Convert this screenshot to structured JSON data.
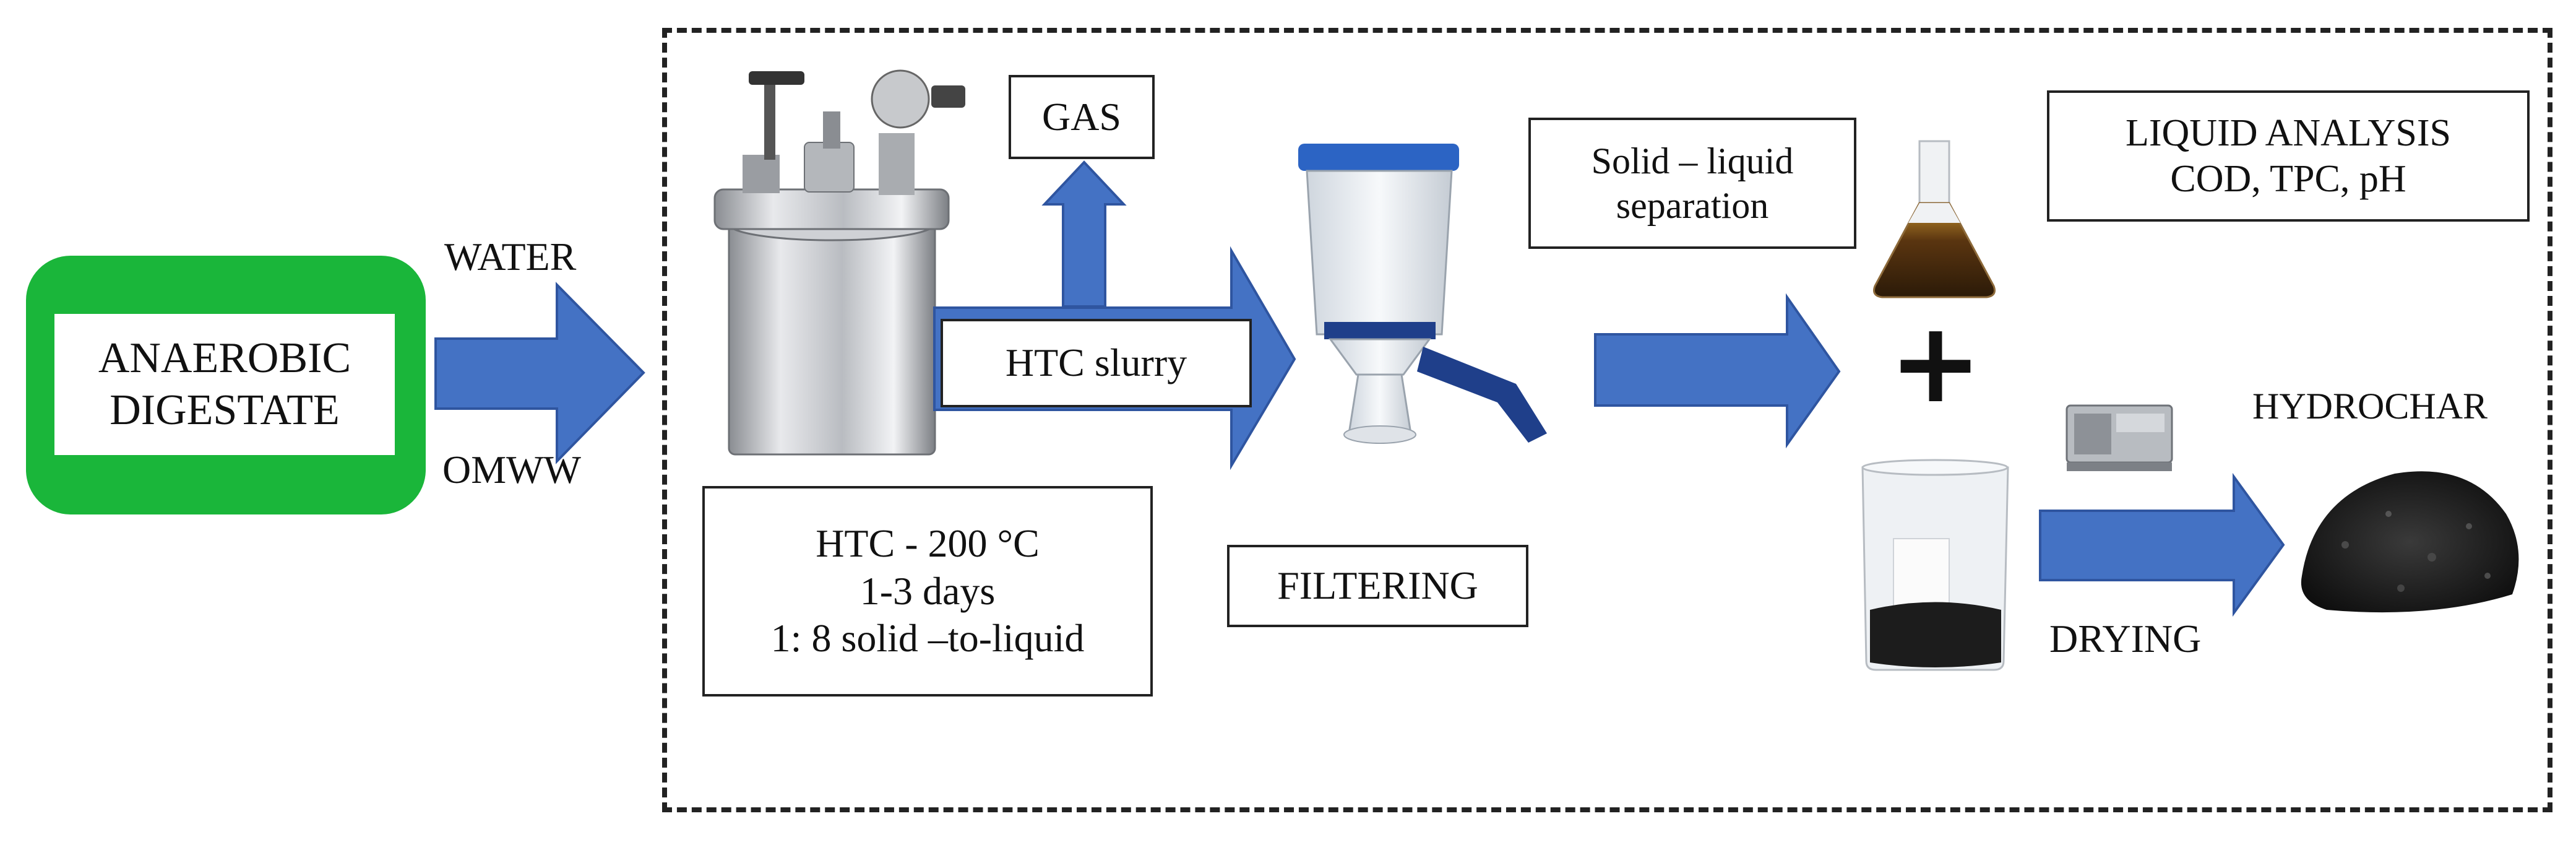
{
  "colors": {
    "arrow_fill": "#4472c4",
    "arrow_stroke": "#2f55a0",
    "input_box_green": "#1ab63a",
    "border": "#222222"
  },
  "input": {
    "line1": "ANAEROBIC",
    "line2": "DIGESTATE"
  },
  "feed": {
    "top": "WATER",
    "bottom": "OMWW"
  },
  "gas": {
    "label": "GAS"
  },
  "slurry": {
    "label": "HTC slurry"
  },
  "htc_conditions": {
    "line1": "HTC -  200 °C",
    "line2": "1-3 days",
    "line3": "1: 8 solid –to-liquid"
  },
  "filtering": {
    "label": "FILTERING"
  },
  "separation": {
    "line1": "Solid – liquid",
    "line2": "separation"
  },
  "liquid_analysis": {
    "line1": "LIQUID ANALYSIS",
    "line2": "COD, TPC, pH"
  },
  "plus_sign": "+",
  "drying": {
    "label": "DRYING"
  },
  "product": {
    "label": "HYDROCHAR"
  },
  "images": [
    "htc-reactor",
    "vacuum-filter",
    "erlenmeyer-flask-liquid",
    "beaker-solids",
    "drying-oven",
    "hydrochar-pile"
  ]
}
